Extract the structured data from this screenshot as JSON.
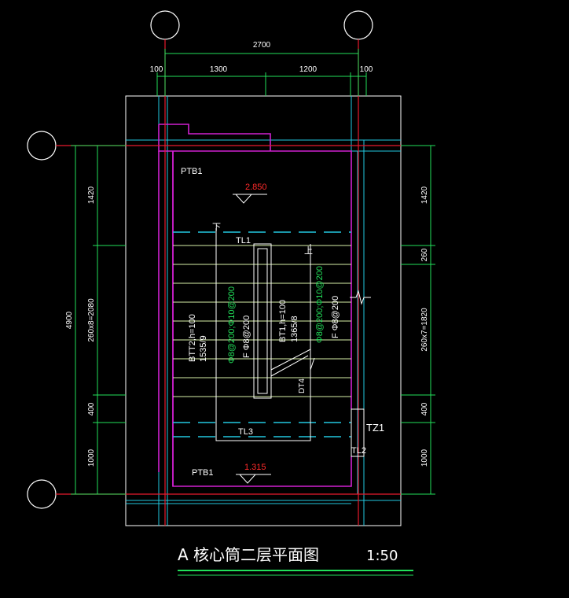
{
  "colors": {
    "background": "#000000",
    "axis_red": "#e8192c",
    "dim_green": "#22e05a",
    "wall_magenta": "#d020d0",
    "cyan": "#22c8e0",
    "white": "#ffffff",
    "level_red": "#ff2a2a"
  },
  "dimensions": {
    "top_total": "2700",
    "top_left_edge": "100",
    "top_span_1": "1300",
    "top_span_2": "1200",
    "top_right_edge": "100",
    "left_total": "4900",
    "left_1": "1420",
    "left_2": "260x8=2080",
    "left_3": "400",
    "left_4": "1000",
    "right_1": "1420",
    "right_2": "260",
    "right_3": "260x7=1820",
    "right_4": "400",
    "right_5": "1000"
  },
  "labels": {
    "ptb1_top": "PTB1",
    "ptb1_bottom": "PTB1",
    "tl1": "TL1",
    "tl2": "TL2",
    "tl3": "TL3",
    "tz1": "TZ1",
    "dt4": "DT4",
    "down": "下",
    "up": "上"
  },
  "levels": {
    "upper": "2.850",
    "lower": "1.315"
  },
  "stairs": {
    "btt2_name": "BTT2,h=100",
    "btt2_size": "1535/9",
    "btt2_rebar": "Φ8@200;Φ10@200",
    "btt2_dist": "F Φ8@200",
    "bt1_name": "BT1,h=100",
    "bt1_size": "1365/8",
    "bt1_rebar": "Φ8@200;Φ10@200",
    "bt1_dist": "F Φ8@200"
  },
  "title": {
    "text": "A 核心筒二层平面图",
    "scale": "1:50"
  }
}
